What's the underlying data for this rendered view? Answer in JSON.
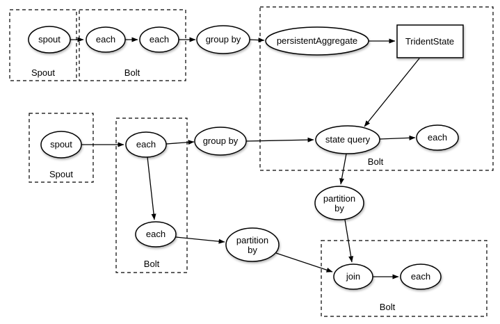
{
  "diagram": {
    "nodes": {
      "spout1": "spout",
      "each1": "each",
      "each2": "each",
      "groupby1": "group by",
      "persistent_aggregate": "persistentAggregate",
      "trident_state": "TridentState",
      "state_query": "state query",
      "each3": "each",
      "spout2": "spout",
      "each4": "each",
      "each5": "each",
      "groupby2": "group by",
      "partitionby_left_line1": "partition",
      "partitionby_left_line2": "by",
      "partitionby_right_line1": "partition",
      "partitionby_right_line2": "by",
      "join": "join",
      "each6": "each"
    },
    "groups": {
      "spout_box1": "Spout",
      "bolt_box1": "Bolt",
      "bolt_box2": "Bolt",
      "spout_box2": "Spout",
      "bolt_box3": "Bolt",
      "bolt_box4": "Bolt"
    },
    "colors": {
      "stroke": "#000000",
      "fill": "#ffffff"
    }
  }
}
